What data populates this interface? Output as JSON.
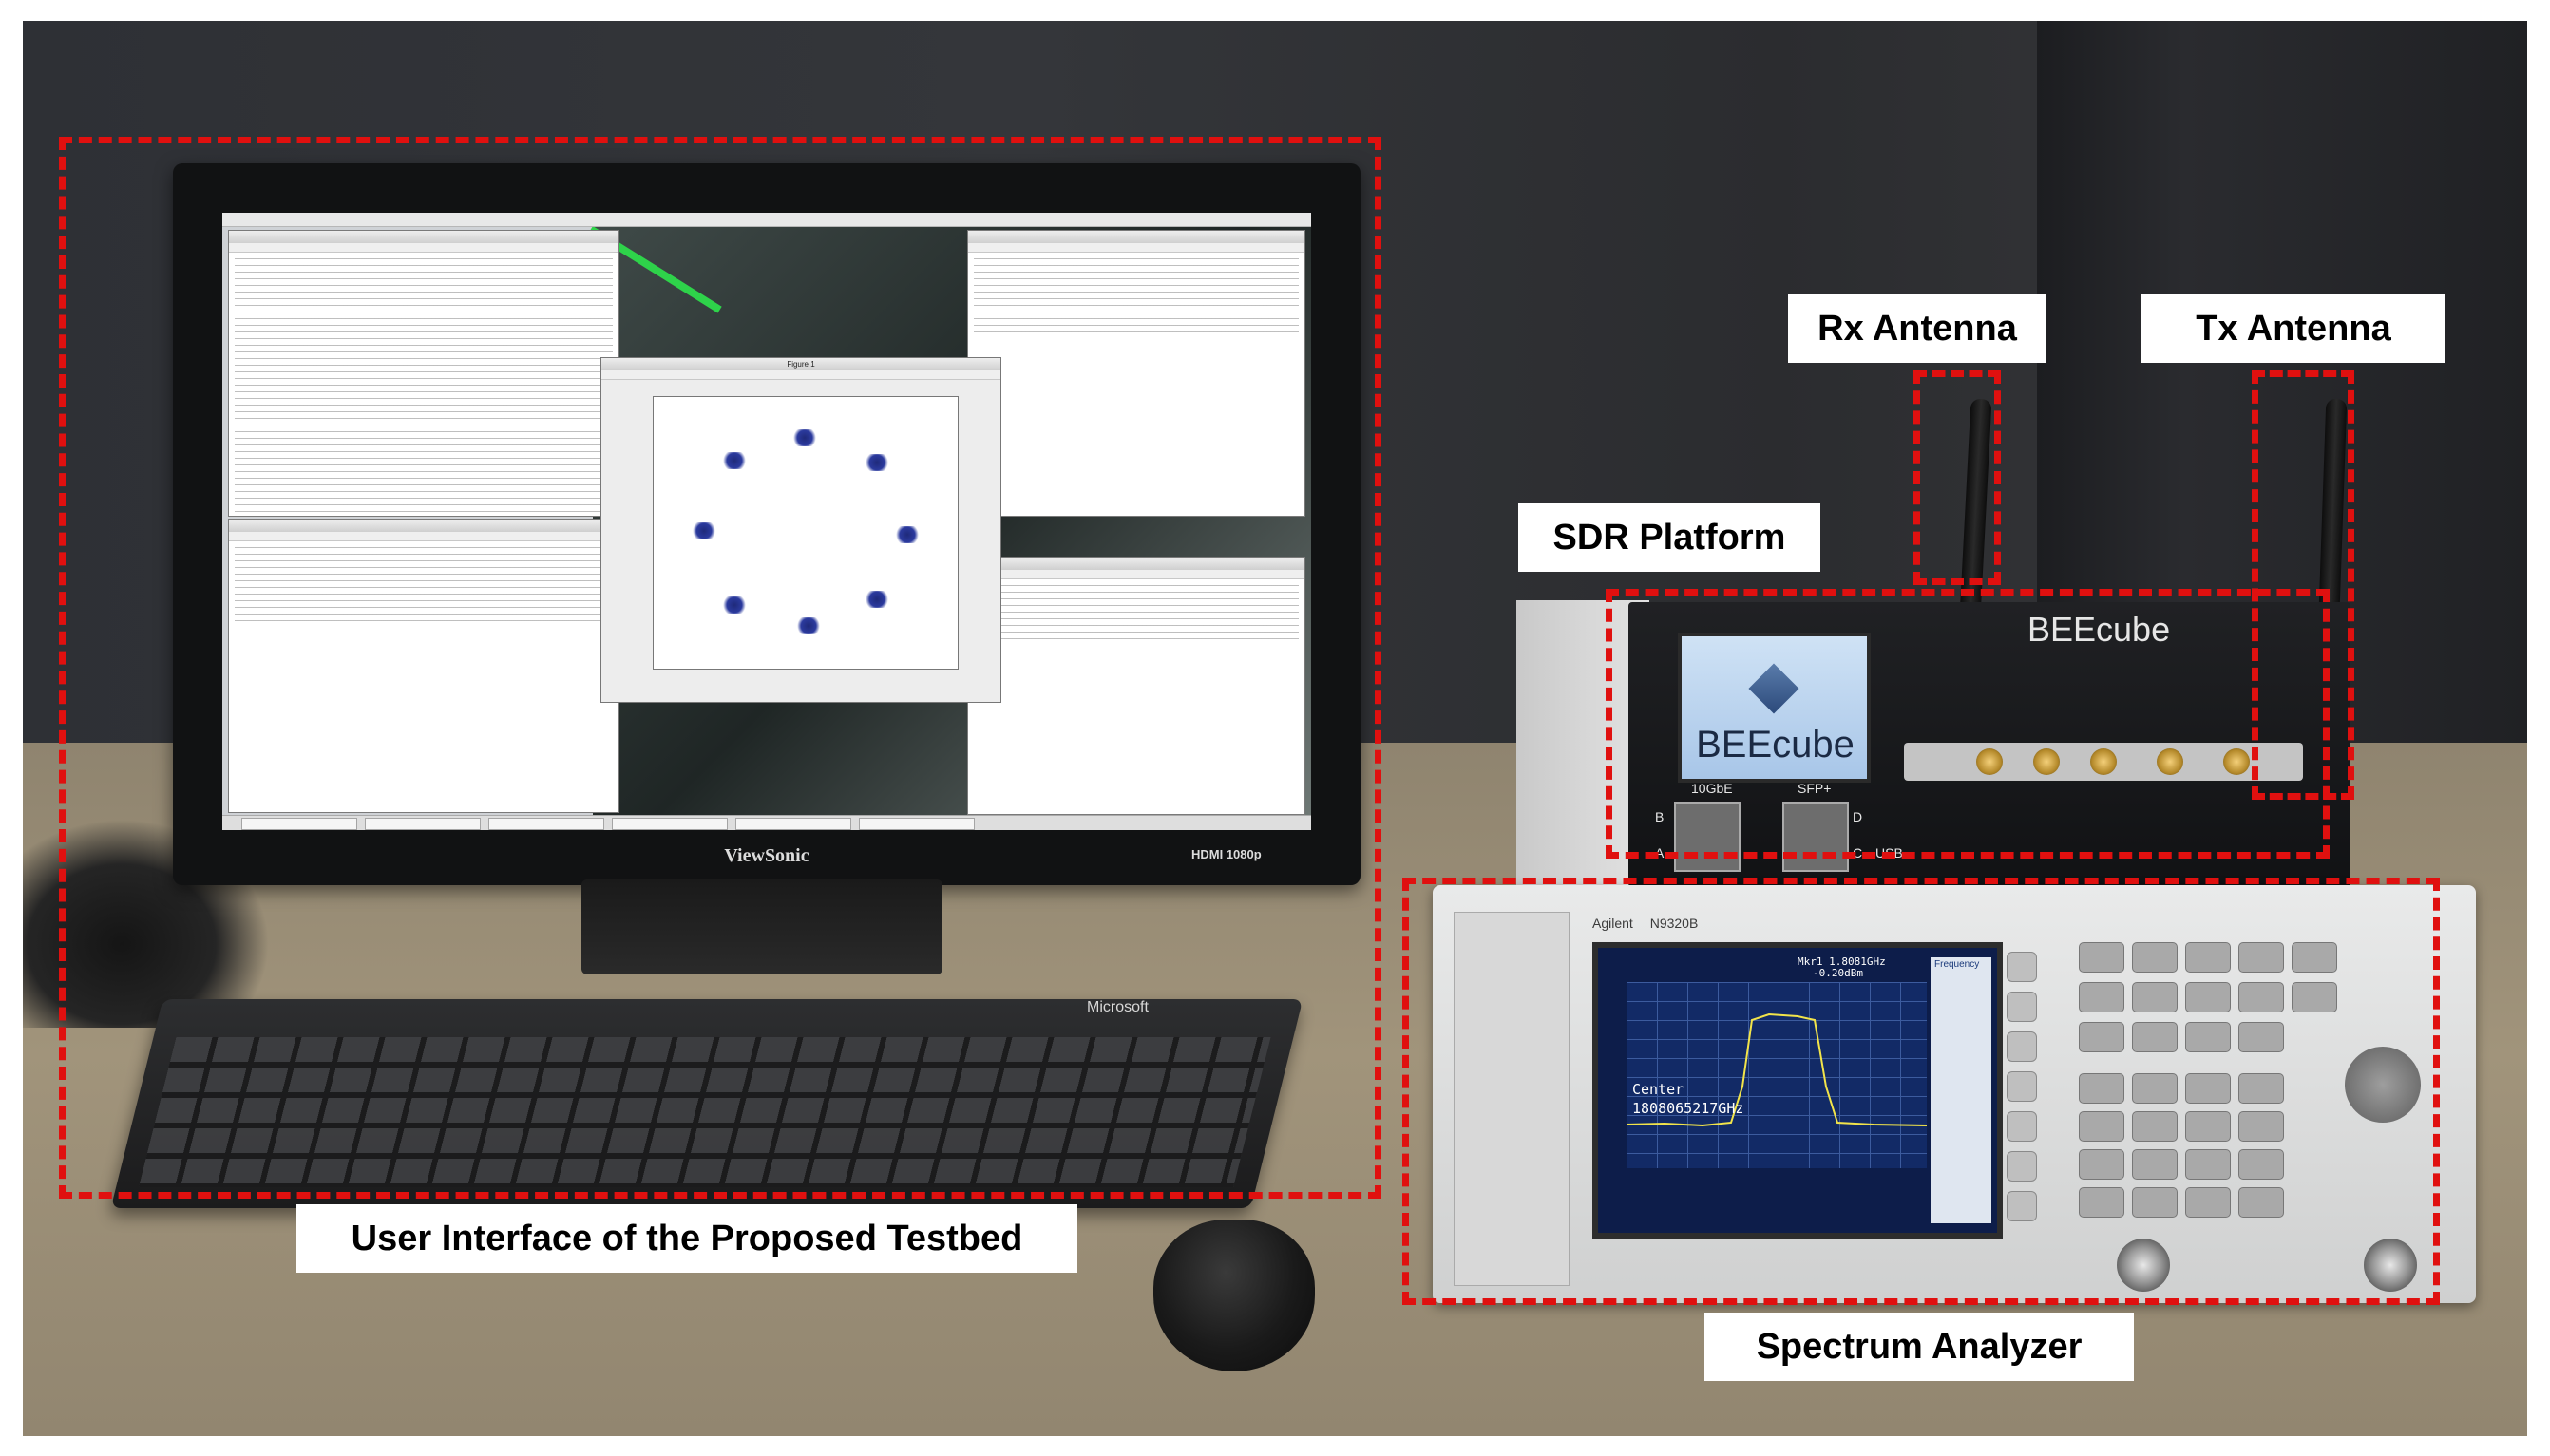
{
  "labels": {
    "rx_antenna": "Rx Antenna",
    "tx_antenna": "Tx Antenna",
    "sdr_platform": "SDR Platform",
    "user_interface": "User Interface of the Proposed Testbed",
    "spectrum_analyzer": "Spectrum Analyzer"
  },
  "monitor": {
    "brand": "ViewSonic",
    "hdmi": "HDMI 1080p",
    "figure_title": "Figure 1"
  },
  "keyboard": {
    "brand": "Microsoft"
  },
  "sdr": {
    "brand": "BEEcube",
    "lcd_text": "BEEcube",
    "port_10gbe": "10GbE",
    "port_sfp": "SFP+",
    "port_usb": "USB",
    "port_letters": [
      "B",
      "A",
      "D",
      "C"
    ]
  },
  "analyzer": {
    "maker": "Agilent",
    "model": "N9320B",
    "marker_readout": "Mkr1 1.8081GHz",
    "marker_level": "-0.20dBm",
    "center_text": "Center",
    "center_value": "1808065217GHz",
    "sidebar_title": "Frequency"
  },
  "colors": {
    "callout": "#e0100f",
    "label_bg": "#ffffff"
  }
}
